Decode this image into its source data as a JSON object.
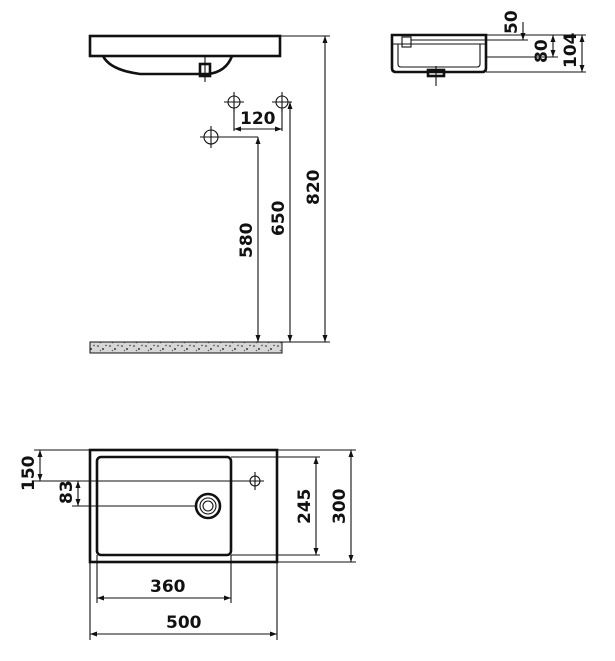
{
  "dimensions": {
    "depth_50": "50",
    "depth_80": "80",
    "depth_104": "104",
    "spacing_120": "120",
    "height_580": "580",
    "height_650": "650",
    "height_820": "820",
    "offset_150": "150",
    "offset_83": "83",
    "width_245": "245",
    "width_300": "300",
    "length_360": "360",
    "length_500": "500"
  },
  "colors": {
    "line": "#111111",
    "background": "#ffffff",
    "floor": "#8a8a8a"
  }
}
